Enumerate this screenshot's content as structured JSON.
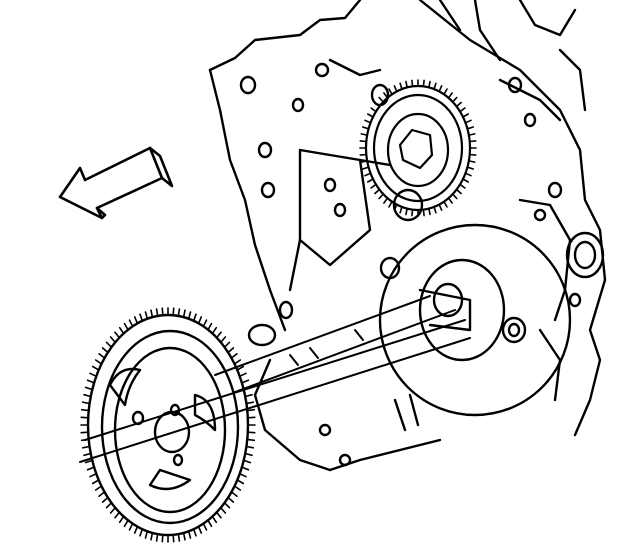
{
  "figure": {
    "kind": "line-art exploded view",
    "stroke": "#000000",
    "background": "#ffffff",
    "parts": [
      {
        "id": "engine-block",
        "icon": "engine-block-outline"
      },
      {
        "id": "upper-gear",
        "icon": "gear-icon"
      },
      {
        "id": "lower-gear",
        "icon": "gear-icon"
      },
      {
        "id": "shaft-hub",
        "icon": "hub-icon"
      },
      {
        "id": "alignment-lines",
        "icon": "dashed-guide-lines"
      },
      {
        "id": "removal-arrow",
        "icon": "arrow-left-icon"
      }
    ]
  }
}
